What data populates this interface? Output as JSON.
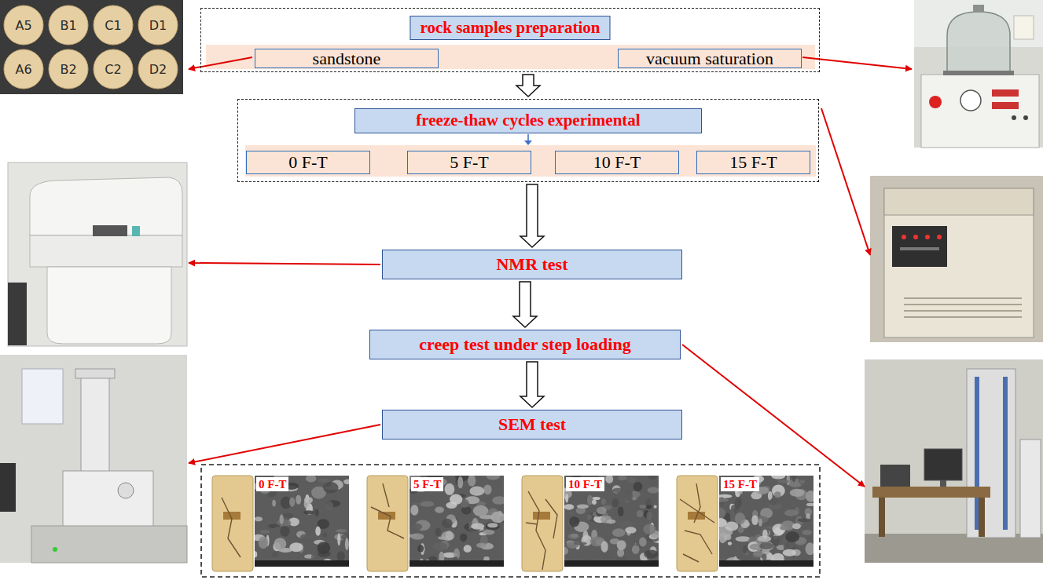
{
  "diagram": {
    "nodes": [
      {
        "text": [
          "rock samples preparation"
        ]
      },
      {
        "text": [
          "sandstone"
        ],
        "in": 0
      },
      {
        "text": [
          "vacuum saturation"
        ],
        "in": 0
      },
      {
        "text": [
          "freeze-thaw cycles experimental"
        ]
      },
      {
        "text": [
          "0 F-T"
        ],
        "in": 3
      },
      {
        "text": [
          "5 F-T"
        ],
        "in": 3
      },
      {
        "text": [
          "10 F-T"
        ],
        "in": 3
      },
      {
        "text": [
          "15 F-T"
        ],
        "in": 3
      },
      {
        "text": [
          "NMR test"
        ]
      },
      {
        "text": [
          "creep test under step loading"
        ]
      },
      {
        "text": [
          "SEM test"
        ]
      }
    ],
    "edges": [
      {
        "from": 0,
        "to": 3,
        "arrow": "to"
      },
      {
        "from": 3,
        "to": 8,
        "arrow": "to"
      },
      {
        "from": 8,
        "to": 9,
        "arrow": "to"
      },
      {
        "from": 9,
        "to": 10,
        "arrow": "to"
      }
    ],
    "labels": [
      "A5",
      "B1",
      "C1",
      "D1",
      "A6",
      "B2",
      "C2",
      "D2",
      "0 F-T",
      "5 F-T",
      "10 F-T",
      "15 F-T"
    ]
  }
}
